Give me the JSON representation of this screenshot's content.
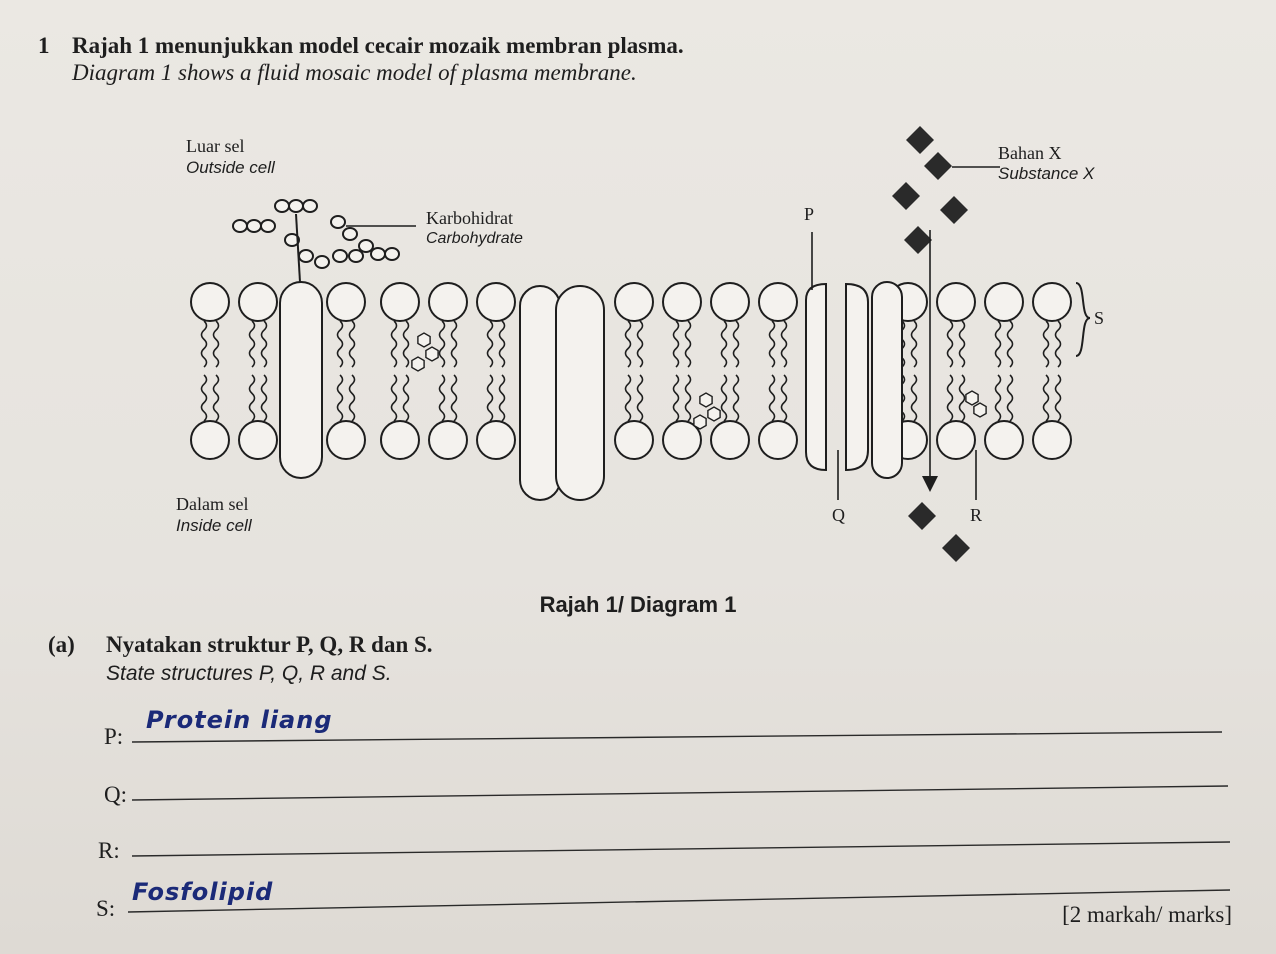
{
  "question": {
    "number": "1",
    "text_ms": "Rajah 1 menunjukkan model cecair mozaik membran plasma.",
    "text_en": "Diagram 1 shows a fluid mosaic model of plasma membrane."
  },
  "diagram": {
    "outside_ms": "Luar sel",
    "outside_en": "Outside cell",
    "inside_ms": "Dalam sel",
    "inside_en": "Inside cell",
    "carbohydrate_ms": "Karbohidrat",
    "carbohydrate_en": "Carbohydrate",
    "substance_ms": "Bahan X",
    "substance_en": "Substance X",
    "label_p": "P",
    "label_q": "Q",
    "label_r": "R",
    "label_s": "S",
    "caption": "Rajah 1/ Diagram 1"
  },
  "part_a": {
    "letter": "(a)",
    "text_ms": "Nyatakan struktur P, Q, R dan S.",
    "text_en": "State structures P, Q, R and S.",
    "answers": [
      {
        "label": "P:",
        "handwritten": "Protein liang"
      },
      {
        "label": "Q:",
        "handwritten": ""
      },
      {
        "label": "R:",
        "handwritten": ""
      },
      {
        "label": "S:",
        "handwritten": "Fosfolipid"
      }
    ],
    "marks": "[2 markah/ marks]"
  }
}
